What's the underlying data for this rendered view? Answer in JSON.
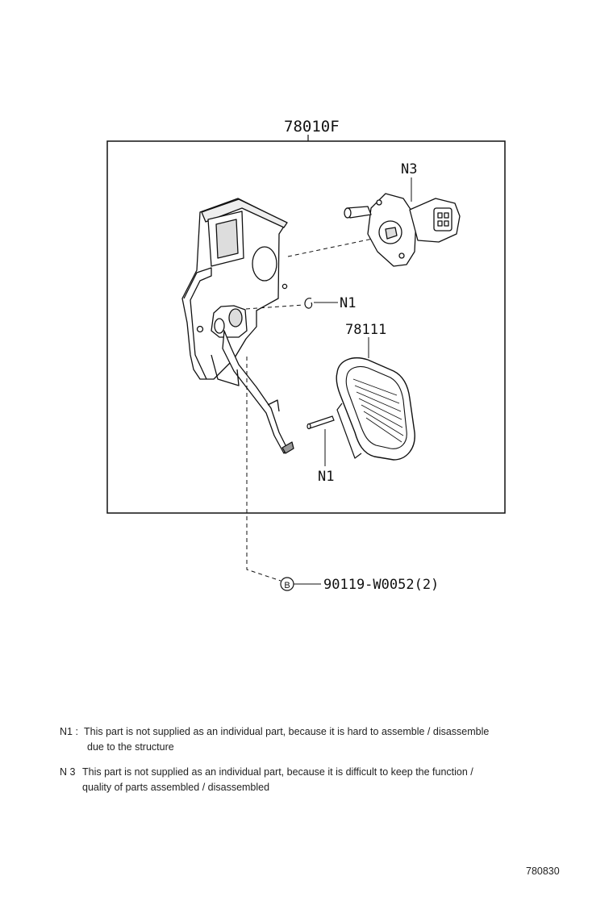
{
  "diagram": {
    "assembly_number": "78010F",
    "sensor_label": "N3",
    "clip_label": "N1",
    "pad_number": "78111",
    "pin_label": "N1",
    "bolt_symbol": "B",
    "bolt_part": "90119-W0052(2)"
  },
  "notes": [
    {
      "mark": "N1 :",
      "line1": "This part is not supplied as an individual part, because it is hard to assemble / disassemble",
      "line2": "due to the structure"
    },
    {
      "mark": "N 3",
      "line1": "This part is not supplied as an individual part, because it is difficult to keep the function /",
      "line2": "quality of parts assembled / disassembled"
    }
  ],
  "figure_code": "780830"
}
